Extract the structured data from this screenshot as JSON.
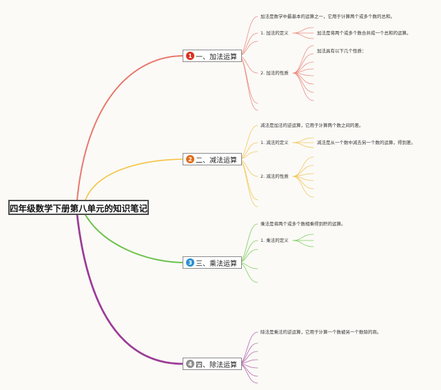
{
  "root": {
    "title": "四年级数学下册第八单元的知识笔记"
  },
  "branches": [
    {
      "badge": "1",
      "label": "一、加法运算",
      "color": "#e8766a",
      "badge_color": "#d9311f",
      "intro": "加法是数学中最基本的运算之一，它用于计算两个或多个数的总和。",
      "def_label": "1. 加法的定义",
      "def_text": "加法是将两个或多个数合并成一个总和的运算。",
      "prop_label": "2. 加法的性质",
      "prop_text": "加法具有以下几个性质："
    },
    {
      "badge": "2",
      "label": "二、减法运算",
      "color": "#f5c242",
      "badge_color": "#e26d1a",
      "intro": "减法是加法的逆运算，它用于计算两个数之间的差。",
      "def_label": "1. 减法的定义",
      "def_text": "减法是从一个数中减去另一个数的运算，得到差。",
      "prop_label": "2. 减法的性质"
    },
    {
      "badge": "3",
      "label": "三、乘法运算",
      "color": "#6cc24a",
      "badge_color": "#2a8fd0",
      "intro": "乘法是将两个或多个数相乘得到积的运算。",
      "def_label": "1. 乘法的定义"
    },
    {
      "badge": "4",
      "label": "四、除法运算",
      "color": "#9b3d96",
      "badge_color": "#8e8e8e",
      "intro": "除法是乘法的逆运算，它用于计算一个数被另一个数除的商。"
    }
  ]
}
